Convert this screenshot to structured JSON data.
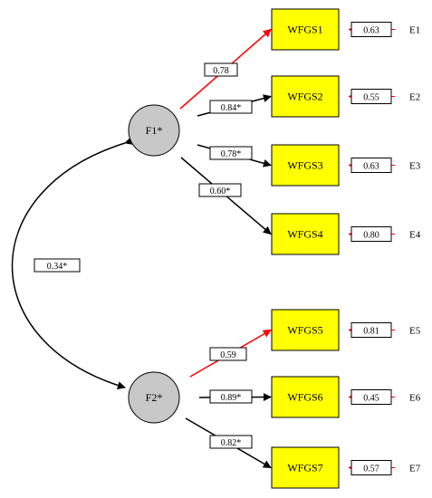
{
  "factors": [
    {
      "id": "F1",
      "label": "F1*"
    },
    {
      "id": "F2",
      "label": "F2*"
    }
  ],
  "covariance": {
    "label": "0.34*"
  },
  "indicators": [
    {
      "label": "WFGS1",
      "factor": "F1",
      "loading": "0.78",
      "error_variance": "0.63",
      "error": "E1",
      "fixed": true
    },
    {
      "label": "WFGS2",
      "factor": "F1",
      "loading": "0.84*",
      "error_variance": "0.55",
      "error": "E2",
      "fixed": false
    },
    {
      "label": "WFGS3",
      "factor": "F1",
      "loading": "0.78*",
      "error_variance": "0.63",
      "error": "E3",
      "fixed": false
    },
    {
      "label": "WFGS4",
      "factor": "F1",
      "loading": "0.60*",
      "error_variance": "0.80",
      "error": "E4",
      "fixed": false
    },
    {
      "label": "WFGS5",
      "factor": "F2",
      "loading": "0.59",
      "error_variance": "0.81",
      "error": "E5",
      "fixed": true
    },
    {
      "label": "WFGS6",
      "factor": "F2",
      "loading": "0.89*",
      "error_variance": "0.45",
      "error": "E6",
      "fixed": false
    },
    {
      "label": "WFGS7",
      "factor": "F2",
      "loading": "0.82*",
      "error_variance": "0.57",
      "error": "E7",
      "fixed": false
    }
  ],
  "colors": {
    "fixed_path": "#ff0000",
    "free_path": "#000000",
    "indicator_fill": "#ffff00",
    "factor_fill": "#c8c8c8"
  }
}
